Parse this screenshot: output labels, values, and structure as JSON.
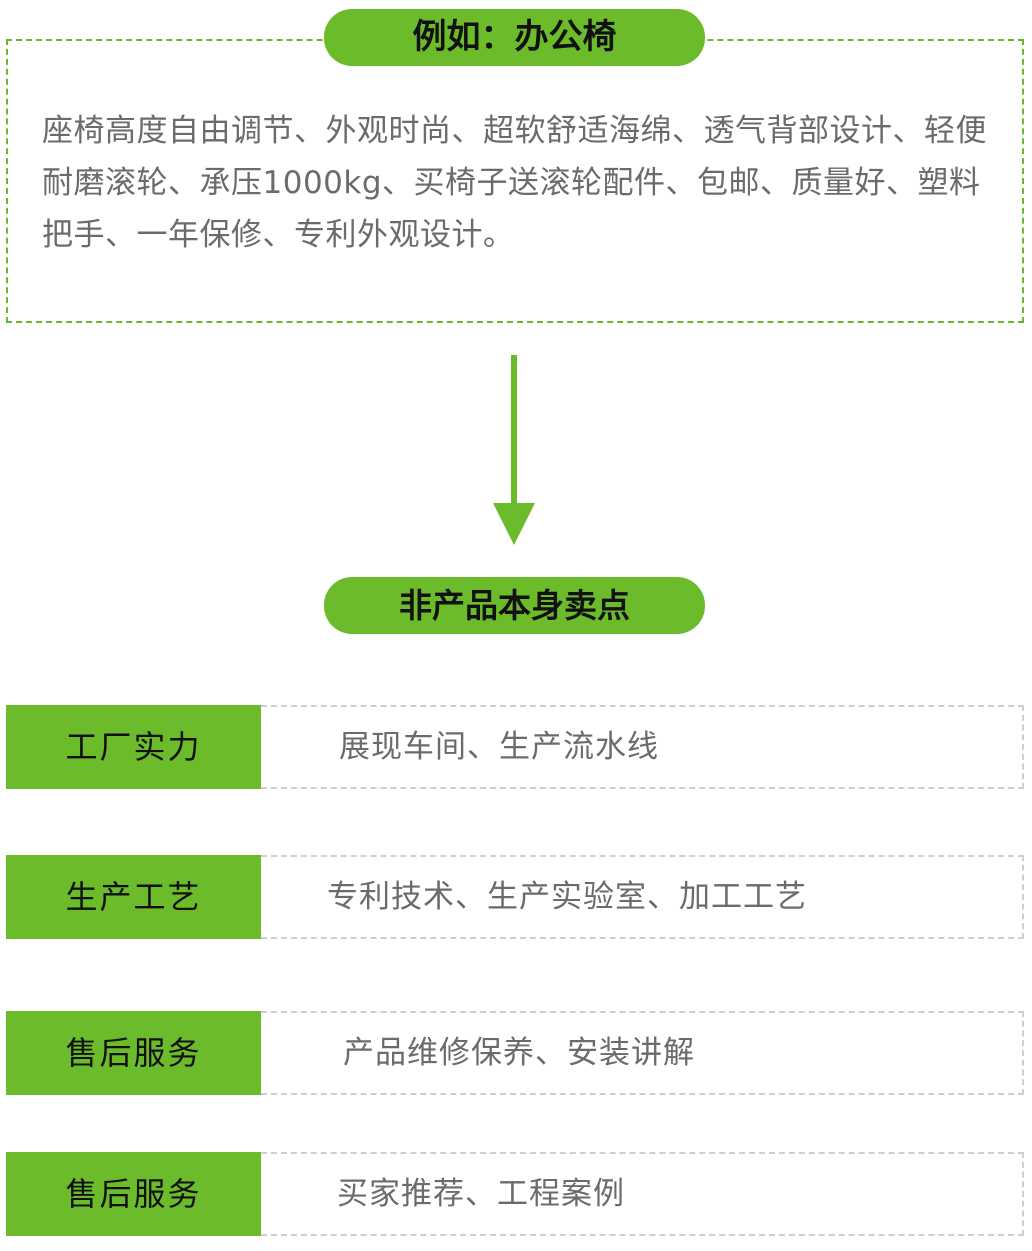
{
  "example": {
    "title": "例如：办公椅",
    "description": "座椅高度自由调节、外观时尚、超软舒适海绵、透气背部设计、轻便耐磨滚轮、承压1000kg、买椅子送滚轮配件、包邮、质量好、塑料把手、一年保修、专利外观设计。"
  },
  "section": {
    "title": "非产品本身卖点"
  },
  "rows": [
    {
      "label": "工厂实力",
      "text": "展现车间、生产流水线"
    },
    {
      "label": "生产工艺",
      "text": "专利技术、生产实验室、加工工艺"
    },
    {
      "label": "售后服务",
      "text": "产品维修保养、安装讲解"
    },
    {
      "label": "售后服务",
      "text": "买家推荐、工程案例"
    }
  ],
  "colors": {
    "accent": "#6bbb2b",
    "text": "#6b6b6b",
    "dash": "#cfcfcf"
  }
}
